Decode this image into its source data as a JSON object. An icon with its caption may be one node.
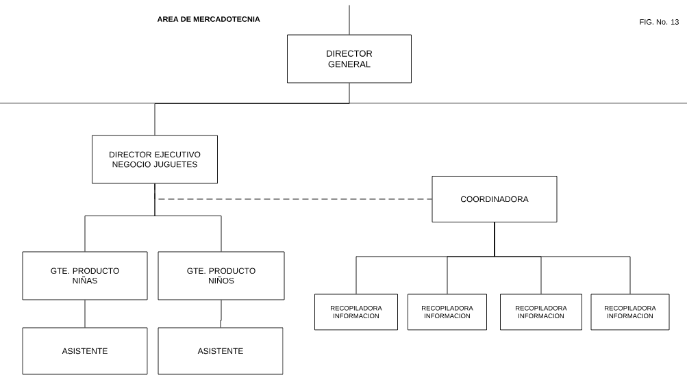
{
  "diagram": {
    "nodes": [
      {
        "text": [
          "DIRECTOR GENERAL"
        ]
      },
      {
        "text": [
          "DIRECTOR EJECUTIVO NEGOCIO JUGUETES"
        ]
      },
      {
        "text": [
          "COORDINADORA"
        ]
      },
      {
        "text": [
          "GTE. PRODUCTO NIÑAS"
        ]
      },
      {
        "text": [
          "GTE. PRODUCTO NIÑOS"
        ]
      },
      {
        "text": [
          "ASISTENTE"
        ]
      },
      {
        "text": [
          "ASISTENTE"
        ]
      },
      {
        "text": [
          "RECOPILADORA INFORMACION"
        ]
      },
      {
        "text": [
          "RECOPILADORA INFORMACION"
        ]
      },
      {
        "text": [
          "RECOPILADORA INFORMACION"
        ]
      },
      {
        "text": [
          "RECOPILADORA INFORMACION"
        ]
      }
    ],
    "edges": [
      {
        "from": null,
        "to": 0,
        "arrow": "none"
      },
      {
        "from": 0,
        "to": 1,
        "arrow": "none"
      },
      {
        "from": 1,
        "to": 2,
        "arrow": "none",
        "style": "dashed"
      },
      {
        "from": 1,
        "to": 3,
        "arrow": "none"
      },
      {
        "from": 1,
        "to": 4,
        "arrow": "none"
      },
      {
        "from": 3,
        "to": 5,
        "arrow": "none"
      },
      {
        "from": 4,
        "to": 6,
        "arrow": "none"
      },
      {
        "from": 2,
        "to": 7,
        "arrow": "none"
      },
      {
        "from": 2,
        "to": 8,
        "arrow": "none"
      },
      {
        "from": 2,
        "to": 9,
        "arrow": "none"
      },
      {
        "from": 2,
        "to": 10,
        "arrow": "none"
      }
    ],
    "labels": [
      "AREA DE MERCADOTECNIA",
      "FIG. No. 13"
    ]
  }
}
